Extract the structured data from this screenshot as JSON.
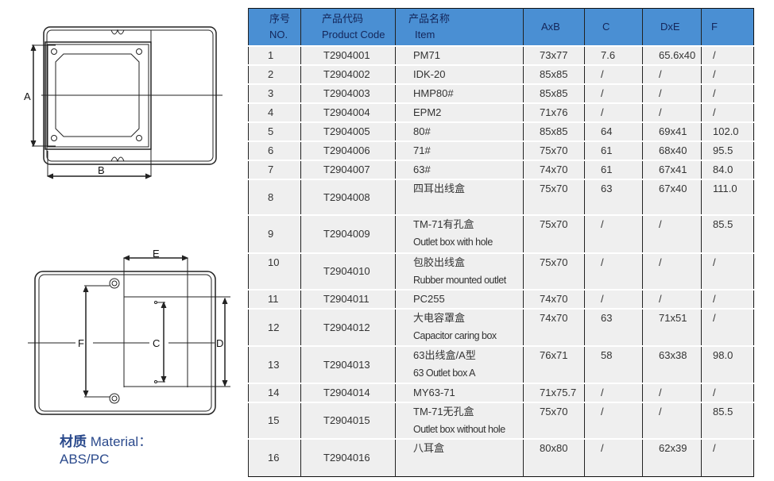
{
  "drawing_labels": {
    "a": "A",
    "b": "B",
    "c": "C",
    "d": "D",
    "e": "E",
    "f": "F"
  },
  "material": {
    "label_cn": "材质",
    "label_en": "Material：",
    "value": "ABS/PC"
  },
  "table": {
    "headers": {
      "no_cn": "序号",
      "no_en": "NO.",
      "code_cn": "产品代码",
      "code_en": "Product Code",
      "item_cn": "产品名称",
      "item_en": "Item",
      "axb": "AxB",
      "c": "C",
      "dxe": "DxE",
      "f": "F"
    },
    "rows": [
      {
        "no": "1",
        "code": "T2904001",
        "item": "PM71",
        "item_en": "",
        "axb": "73x77",
        "c": "7.6",
        "dxe": "65.6x40",
        "f": "/"
      },
      {
        "no": "2",
        "code": "T2904002",
        "item": "IDK-20",
        "item_en": "",
        "axb": "85x85",
        "c": "/",
        "dxe": "/",
        "f": "/"
      },
      {
        "no": "3",
        "code": "T2904003",
        "item": "HMP80#",
        "item_en": "",
        "axb": "85x85",
        "c": "/",
        "dxe": "/",
        "f": "/"
      },
      {
        "no": "4",
        "code": "T2904004",
        "item": "EPM2",
        "item_en": "",
        "axb": "71x76",
        "c": "/",
        "dxe": "/",
        "f": "/"
      },
      {
        "no": "5",
        "code": "T2904005",
        "item": "80#",
        "item_en": "",
        "axb": "85x85",
        "c": "64",
        "dxe": "69x41",
        "f": "102.0"
      },
      {
        "no": "6",
        "code": "T2904006",
        "item": "71#",
        "item_en": "",
        "axb": "75x70",
        "c": "61",
        "dxe": "68x40",
        "f": "95.5"
      },
      {
        "no": "7",
        "code": "T2904007",
        "item": "63#",
        "item_en": "",
        "axb": "74x70",
        "c": "61",
        "dxe": "67x41",
        "f": "84.0"
      },
      {
        "no": "8",
        "code": "T2904008",
        "item": "四耳出线盒",
        "item_en": "",
        "axb": "75x70",
        "c": "63",
        "dxe": "67x40",
        "f": "111.0"
      },
      {
        "no": "9",
        "code": "T2904009",
        "item": "TM-71有孔盒",
        "item_en": "Outlet box with hole",
        "axb": "75x70",
        "c": "/",
        "dxe": "/",
        "f": "85.5"
      },
      {
        "no": "10",
        "code": "T2904010",
        "item": "包胶出线盒",
        "item_en": "Rubber mounted outlet",
        "axb": "75x70",
        "c": "/",
        "dxe": "/",
        "f": "/"
      },
      {
        "no": "11",
        "code": "T2904011",
        "item": "PC255",
        "item_en": "",
        "axb": "74x70",
        "c": "/",
        "dxe": "/",
        "f": "/"
      },
      {
        "no": "12",
        "code": "T2904012",
        "item": "大电容罩盒",
        "item_en": "Capacitor caring box",
        "axb": "74x70",
        "c": "63",
        "dxe": "71x51",
        "f": "/"
      },
      {
        "no": "13",
        "code": "T2904013",
        "item": "63出线盒/A型",
        "item_en": "63 Outlet box A",
        "axb": "76x71",
        "c": "58",
        "dxe": "63x38",
        "f": "98.0"
      },
      {
        "no": "14",
        "code": "T2904014",
        "item": "MY63-71",
        "item_en": "",
        "axb": "71x75.7",
        "c": "/",
        "dxe": "/",
        "f": "/"
      },
      {
        "no": "15",
        "code": "T2904015",
        "item": "TM-71无孔盒",
        "item_en": "Outlet box without hole",
        "axb": "75x70",
        "c": "/",
        "dxe": "/",
        "f": "85.5"
      },
      {
        "no": "16",
        "code": "T2904016",
        "item": "八耳盒",
        "item_en": "",
        "axb": "80x80",
        "c": "/",
        "dxe": "62x39",
        "f": "/"
      }
    ]
  }
}
